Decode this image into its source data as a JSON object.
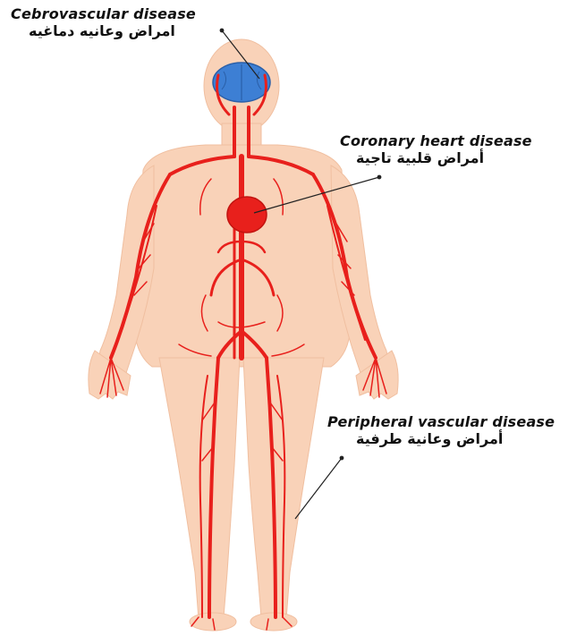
{
  "labels": {
    "cerebrovascular": {
      "en": "Cebrovascular disease",
      "ar": "امراض وعانيه دماغيه"
    },
    "coronary": {
      "en": "Coronary heart disease",
      "ar": "أمراض قلبية تاجية"
    },
    "peripheral": {
      "en": "Peripheral vascular disease",
      "ar": "أمراض وعانية طرفية"
    }
  },
  "colors": {
    "skin": "#f9d2b8",
    "vessel": "#e8201c",
    "brain": "#3d7fd4",
    "pointer": "#222222"
  }
}
